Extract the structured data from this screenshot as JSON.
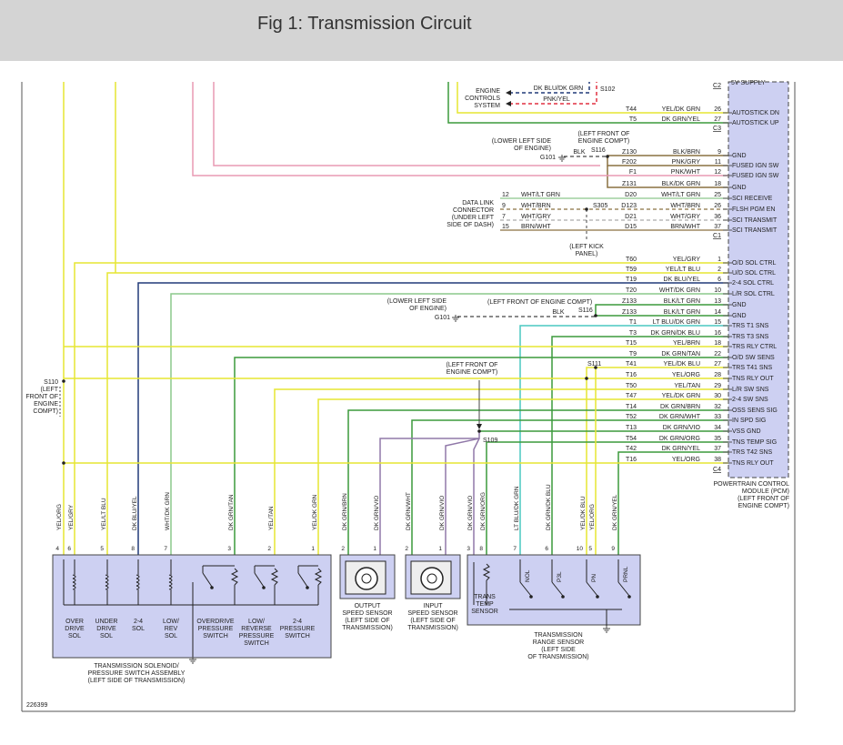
{
  "header": {
    "title": "Fig 1: Transmission Circuit"
  },
  "figure_id": "226399",
  "colors": {
    "yellow": "#e6e632",
    "green": "#3c9a3c",
    "pink": "#e89ab4",
    "navy": "#203a78",
    "lightgreen": "#8cc88c",
    "cyan": "#4ac8c0",
    "purple": "#9078a8",
    "brown": "#8a7040",
    "red": "#e03040",
    "pcm_fill": "#cdd0f2",
    "box_fill": "#cdd0f2"
  },
  "pcm": {
    "title_lines": [
      "POWERTRAIN CONTROL",
      "MODULE (PCM)",
      "(LEFT FRONT OF",
      "ENGINE COMPT)"
    ],
    "top_label": "5V SUPPLY",
    "connectors": [
      {
        "name": "C2"
      },
      {
        "name": "C3"
      },
      {
        "name": "C1"
      },
      {
        "name": "C4"
      }
    ],
    "pins_c2": [
      {
        "circuit": "T44",
        "color": "YEL/DK GRN",
        "pin": "26",
        "label": "AUTOSTICK DN"
      },
      {
        "circuit": "T5",
        "color": "DK GRN/YEL",
        "pin": "27",
        "label": "AUTOSTICK UP"
      }
    ],
    "pins_c3": [
      {
        "circuit": "Z130",
        "color": "BLK/BRN",
        "pin": "9",
        "label": "GND"
      },
      {
        "circuit": "F202",
        "color": "PNK/GRY",
        "pin": "11",
        "label": "FUSED IGN SW"
      },
      {
        "circuit": "F1",
        "color": "PNK/WHT",
        "pin": "12",
        "label": "FUSED IGN SW"
      },
      {
        "circuit": "Z131",
        "color": "BLK/DK GRN",
        "pin": "18",
        "label": "GND"
      },
      {
        "circuit": "D20",
        "color": "WHT/LT GRN",
        "pin": "25",
        "label": "SCI RECEIVE"
      },
      {
        "circuit": "D123",
        "color": "WHT/BRN",
        "pin": "26",
        "label": "FLSH PGM EN"
      },
      {
        "circuit": "D21",
        "color": "WHT/GRY",
        "pin": "36",
        "label": "SCI TRANSMIT"
      },
      {
        "circuit": "D15",
        "color": "BRN/WHT",
        "pin": "37",
        "label": "SCI TRANSMIT"
      }
    ],
    "pins_c1": [
      {
        "circuit": "T60",
        "color": "YEL/GRY",
        "pin": "1",
        "label": "O/D SOL CTRL"
      },
      {
        "circuit": "T59",
        "color": "YEL/LT BLU",
        "pin": "2",
        "label": "U/D SOL CTRL"
      },
      {
        "circuit": "T19",
        "color": "DK BLU/YEL",
        "pin": "6",
        "label": "2-4 SOL CTRL"
      },
      {
        "circuit": "T20",
        "color": "WHT/DK GRN",
        "pin": "10",
        "label": "L/R SOL CTRL"
      },
      {
        "circuit": "Z133",
        "color": "BLK/LT GRN",
        "pin": "13",
        "label": "GND"
      },
      {
        "circuit": "Z133",
        "color": "BLK/LT GRN",
        "pin": "14",
        "label": "GND"
      },
      {
        "circuit": "T1",
        "color": "LT BLU/DK GRN",
        "pin": "15",
        "label": "TRS T1 SNS"
      },
      {
        "circuit": "T3",
        "color": "DK GRN/DK BLU",
        "pin": "16",
        "label": "TRS T3 SNS"
      },
      {
        "circuit": "T15",
        "color": "YEL/BRN",
        "pin": "18",
        "label": "TRS RLY CTRL"
      },
      {
        "circuit": "T9",
        "color": "DK GRN/TAN",
        "pin": "22",
        "label": "O/D SW SENS"
      },
      {
        "circuit": "T41",
        "color": "YEL/DK BLU",
        "pin": "27",
        "label": "TRS T41 SNS"
      },
      {
        "circuit": "T16",
        "color": "YEL/ORG",
        "pin": "28",
        "label": "TNS RLY OUT"
      },
      {
        "circuit": "T50",
        "color": "YEL/TAN",
        "pin": "29",
        "label": "L/R SW SNS"
      },
      {
        "circuit": "T47",
        "color": "YEL/DK GRN",
        "pin": "30",
        "label": "2-4 SW SNS"
      },
      {
        "circuit": "T14",
        "color": "DK GRN/BRN",
        "pin": "32",
        "label": "OSS SENS SIG"
      },
      {
        "circuit": "T52",
        "color": "DK GRN/WHT",
        "pin": "33",
        "label": "IN SPD SIG"
      },
      {
        "circuit": "T13",
        "color": "DK GRN/VIO",
        "pin": "34",
        "label": "VSS GND"
      },
      {
        "circuit": "T54",
        "color": "DK GRN/ORG",
        "pin": "35",
        "label": "TNS TEMP SIG"
      },
      {
        "circuit": "T42",
        "color": "DK GRN/YEL",
        "pin": "37",
        "label": "TRS T42 SNS"
      },
      {
        "circuit": "T16",
        "color": "YEL/ORG",
        "pin": "38",
        "label": "TNS RLY OUT"
      }
    ]
  },
  "engine_controls": {
    "lines": [
      "ENGINE",
      "CONTROLS",
      "SYSTEM"
    ],
    "wire1": "DK BLU/DK GRN",
    "wire2": "PNK/YEL",
    "splice": "S102"
  },
  "ground_top": {
    "location_lines": [
      "(LOWER LEFT SIDE",
      "OF ENGINE)"
    ],
    "ground": "G101",
    "wire": "BLK",
    "splice": "S116",
    "splice_loc": [
      "(LEFT FRONT OF",
      "ENGINE COMPT)"
    ]
  },
  "dlc": {
    "lines": [
      "DATA LINK",
      "CONNECTOR",
      "(UNDER LEFT",
      "SIDE OF DASH)"
    ],
    "pins": [
      {
        "pin": "12",
        "color": "WHT/LT GRN"
      },
      {
        "pin": "9",
        "color": "WHT/BRN"
      },
      {
        "pin": "7",
        "color": "WHT/GRY"
      },
      {
        "pin": "15",
        "color": "BRN/WHT"
      }
    ],
    "splice": "S305",
    "kick": [
      "(LEFT KICK",
      "PANEL)"
    ]
  },
  "ground_mid": {
    "location_lines": [
      "(LOWER LEFT SIDE",
      "OF ENGINE)"
    ],
    "ground": "G101",
    "wire": "BLK",
    "splice": "S116",
    "splice_loc": "(LEFT FRONT OF ENGINE COMPT)"
  },
  "splice_s110": {
    "lines": [
      "S110",
      "(LEFT",
      "FRONT OF",
      "ENGINE",
      "COMPT)"
    ]
  },
  "splice_s111": {
    "name": "S111",
    "loc": [
      "(LEFT FRONT OF",
      "ENGINE COMPT)"
    ]
  },
  "splice_s109": {
    "name": "S109"
  },
  "vertical_wire_labels": [
    {
      "text": "YEL/ORG",
      "pin": "4"
    },
    {
      "text": "YEL/GRY",
      "pin": "6"
    },
    {
      "text": "YEL/LT BLU",
      "pin": "5"
    },
    {
      "text": "DK BLU/YEL",
      "pin": "8"
    },
    {
      "text": "WHT/DK GRN",
      "pin": "7"
    },
    {
      "text": "DK GRN/TAN",
      "pin": "3"
    },
    {
      "text": "YEL/TAN",
      "pin": "2"
    },
    {
      "text": "YEL/DK GRN",
      "pin": "1"
    },
    {
      "text": "DK GRN/BRN",
      "pin": "2"
    },
    {
      "text": "DK GRN/VIO",
      "pin": "1"
    },
    {
      "text": "DK GRN/WHT",
      "pin": "2"
    },
    {
      "text": "DK GRN/VIO",
      "pin": "1"
    },
    {
      "text": "DK GRN/VIO",
      "pin": "3"
    },
    {
      "text": "DK GRN/ORG",
      "pin": "8"
    },
    {
      "text": "LT BLU/DK GRN",
      "pin": "7"
    },
    {
      "text": "DK GRN/DK BLU",
      "pin": "6"
    },
    {
      "text": "YEL/DK BLU",
      "pin": "10"
    },
    {
      "text": "YEL/ORG",
      "pin": "5"
    },
    {
      "text": "DK GRN/YEL",
      "pin": "9"
    }
  ],
  "solenoid_assembly": {
    "items": [
      {
        "lines": [
          "OVER",
          "DRIVE",
          "SOL"
        ]
      },
      {
        "lines": [
          "UNDER",
          "DRIVE",
          "SOL"
        ]
      },
      {
        "lines": [
          "2-4",
          "SOL"
        ]
      },
      {
        "lines": [
          "LOW/",
          "REV",
          "SOL"
        ]
      },
      {
        "lines": [
          "OVERDRIVE",
          "PRESSURE",
          "SWITCH"
        ]
      },
      {
        "lines": [
          "LOW/",
          "REVERSE",
          "PRESSURE",
          "SWITCH"
        ]
      },
      {
        "lines": [
          "2-4",
          "PRESSURE",
          "SWITCH"
        ]
      }
    ],
    "caption": [
      "TRANSMISSION SOLENOID/",
      "PRESSURE SWITCH ASSEMBLY",
      "(LEFT SIDE OF TRANSMISSION)"
    ]
  },
  "output_sensor": {
    "lines": [
      "OUTPUT",
      "SPEED SENSOR",
      "(LEFT SIDE OF",
      "TRANSMISSION)"
    ]
  },
  "input_sensor": {
    "lines": [
      "INPUT",
      "SPEED SENSOR",
      "(LEFT SIDE OF",
      "TRANSMISSION)"
    ]
  },
  "range_sensor": {
    "temp": [
      "TRANS",
      "TEMP",
      "SENSOR"
    ],
    "switches": [
      "NOL",
      "P3L",
      "PN",
      "PRNL"
    ],
    "caption": [
      "TRANSMISSION",
      "RANGE SENSOR",
      "(LEFT SIDE",
      "OF TRANSMISSION)"
    ]
  }
}
